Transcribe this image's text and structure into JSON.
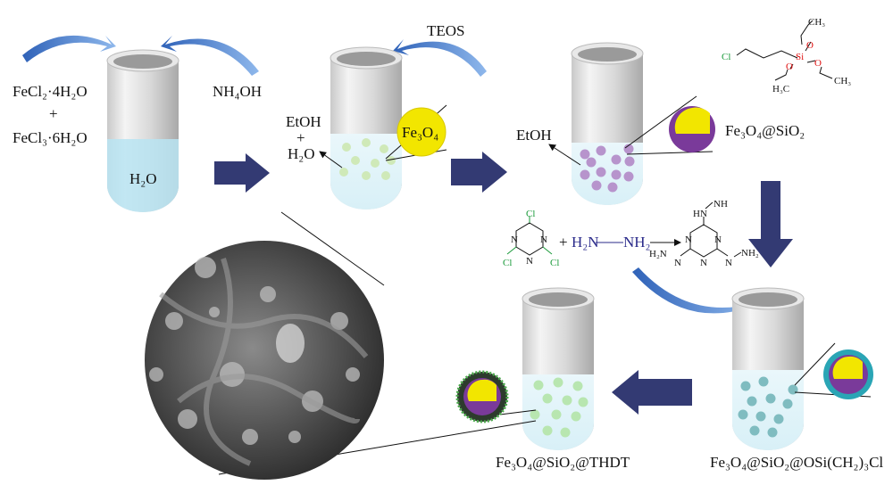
{
  "step1": {
    "reagent1": "FeCl₂·4H₂O",
    "plus": "+",
    "reagent2": "FeCl₃·6H₂O",
    "base": "NH₄OH",
    "solvent": "H₂O"
  },
  "step2": {
    "reagent": "TEOS",
    "byproduct1": "EtOH",
    "plus": "+",
    "byproduct2": "H₂O",
    "particle": "Fe₃O₄"
  },
  "step3": {
    "byproduct": "EtOH",
    "particle": "Fe₃O₄@SiO₂",
    "silane": {
      "cl": "Cl",
      "si": "Si",
      "o": "O",
      "ch3": "CH₃",
      "h3c": "H₃C"
    }
  },
  "linker_reaction": {
    "cl": "Cl",
    "n": "N",
    "plus": "+",
    "hydrazine_left": "H₂N",
    "hydrazine_right": "NH₂",
    "nh": "NH",
    "hn": "HN",
    "h2n": "H₂N",
    "nh2": "NH₂"
  },
  "step4": {
    "particle": "Fe₃O₄@SiO₂@OSi(CH₂)₃Cl"
  },
  "step5": {
    "particle": "Fe₃O₄@SiO₂@THDT"
  },
  "colors": {
    "arrow": "#333a73",
    "curve_arrow": "#5b8fd6",
    "yellow": "#f2e600",
    "purple": "#7a3a9a",
    "teal": "#2aa5b5",
    "green_dots": "#b8e6b0"
  }
}
